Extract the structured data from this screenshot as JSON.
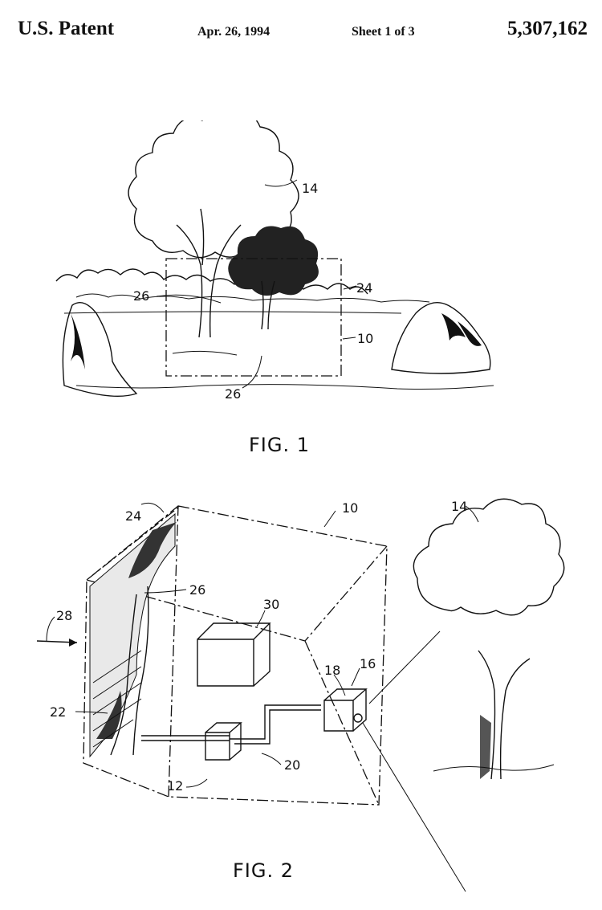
{
  "header": {
    "title": "U.S. Patent",
    "date": "Apr. 26, 1994",
    "sheet": "Sheet 1 of 3",
    "number": "5,307,162"
  },
  "fig1": {
    "caption": "FIG. 1",
    "refs": {
      "r14": "14",
      "r24": "24",
      "r26a": "26",
      "r10": "10",
      "r26b": "26"
    }
  },
  "fig2": {
    "caption": "FIG. 2",
    "refs": {
      "r24": "24",
      "r10": "10",
      "r14": "14",
      "r28": "28",
      "r26": "26",
      "r30": "30",
      "r18": "18",
      "r16": "16",
      "r22": "22",
      "r12": "12",
      "r20": "20"
    }
  }
}
